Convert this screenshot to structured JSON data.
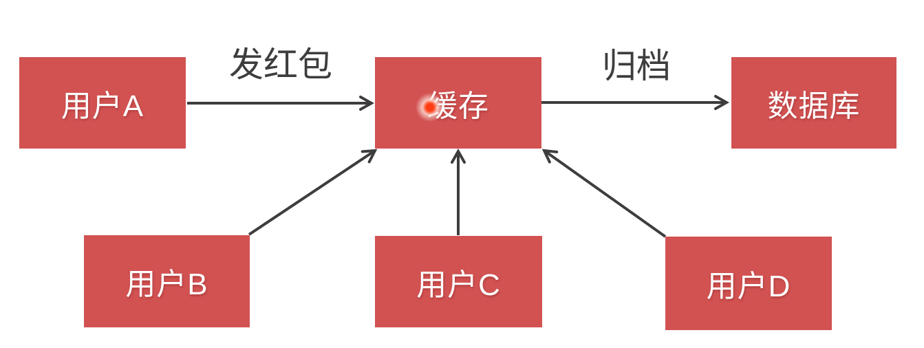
{
  "diagram": {
    "title": "red-packet cache flow",
    "background_color": "#ffffff",
    "node_fill_color": "#d25252",
    "node_text_color": "#ffffff",
    "arrow_color": "#3d3d3d",
    "label_text_color": "#3d3d3d",
    "click_indicator_color": "#ff3c14",
    "nodes": {
      "user_a": {
        "label": "用户A"
      },
      "cache": {
        "label": "缓存"
      },
      "database": {
        "label": "数据库"
      },
      "user_b": {
        "label": "用户B"
      },
      "user_c": {
        "label": "用户C"
      },
      "user_d": {
        "label": "用户D"
      }
    },
    "edges": {
      "a_to_cache": {
        "from": "用户A",
        "to": "缓存",
        "label": "发红包"
      },
      "cache_to_database": {
        "from": "缓存",
        "to": "数据库",
        "label": "归档"
      },
      "b_to_cache": {
        "from": "用户B",
        "to": "缓存",
        "label": ""
      },
      "c_to_cache": {
        "from": "用户C",
        "to": "缓存",
        "label": ""
      },
      "d_to_cache": {
        "from": "用户D",
        "to": "缓存",
        "label": ""
      }
    }
  }
}
